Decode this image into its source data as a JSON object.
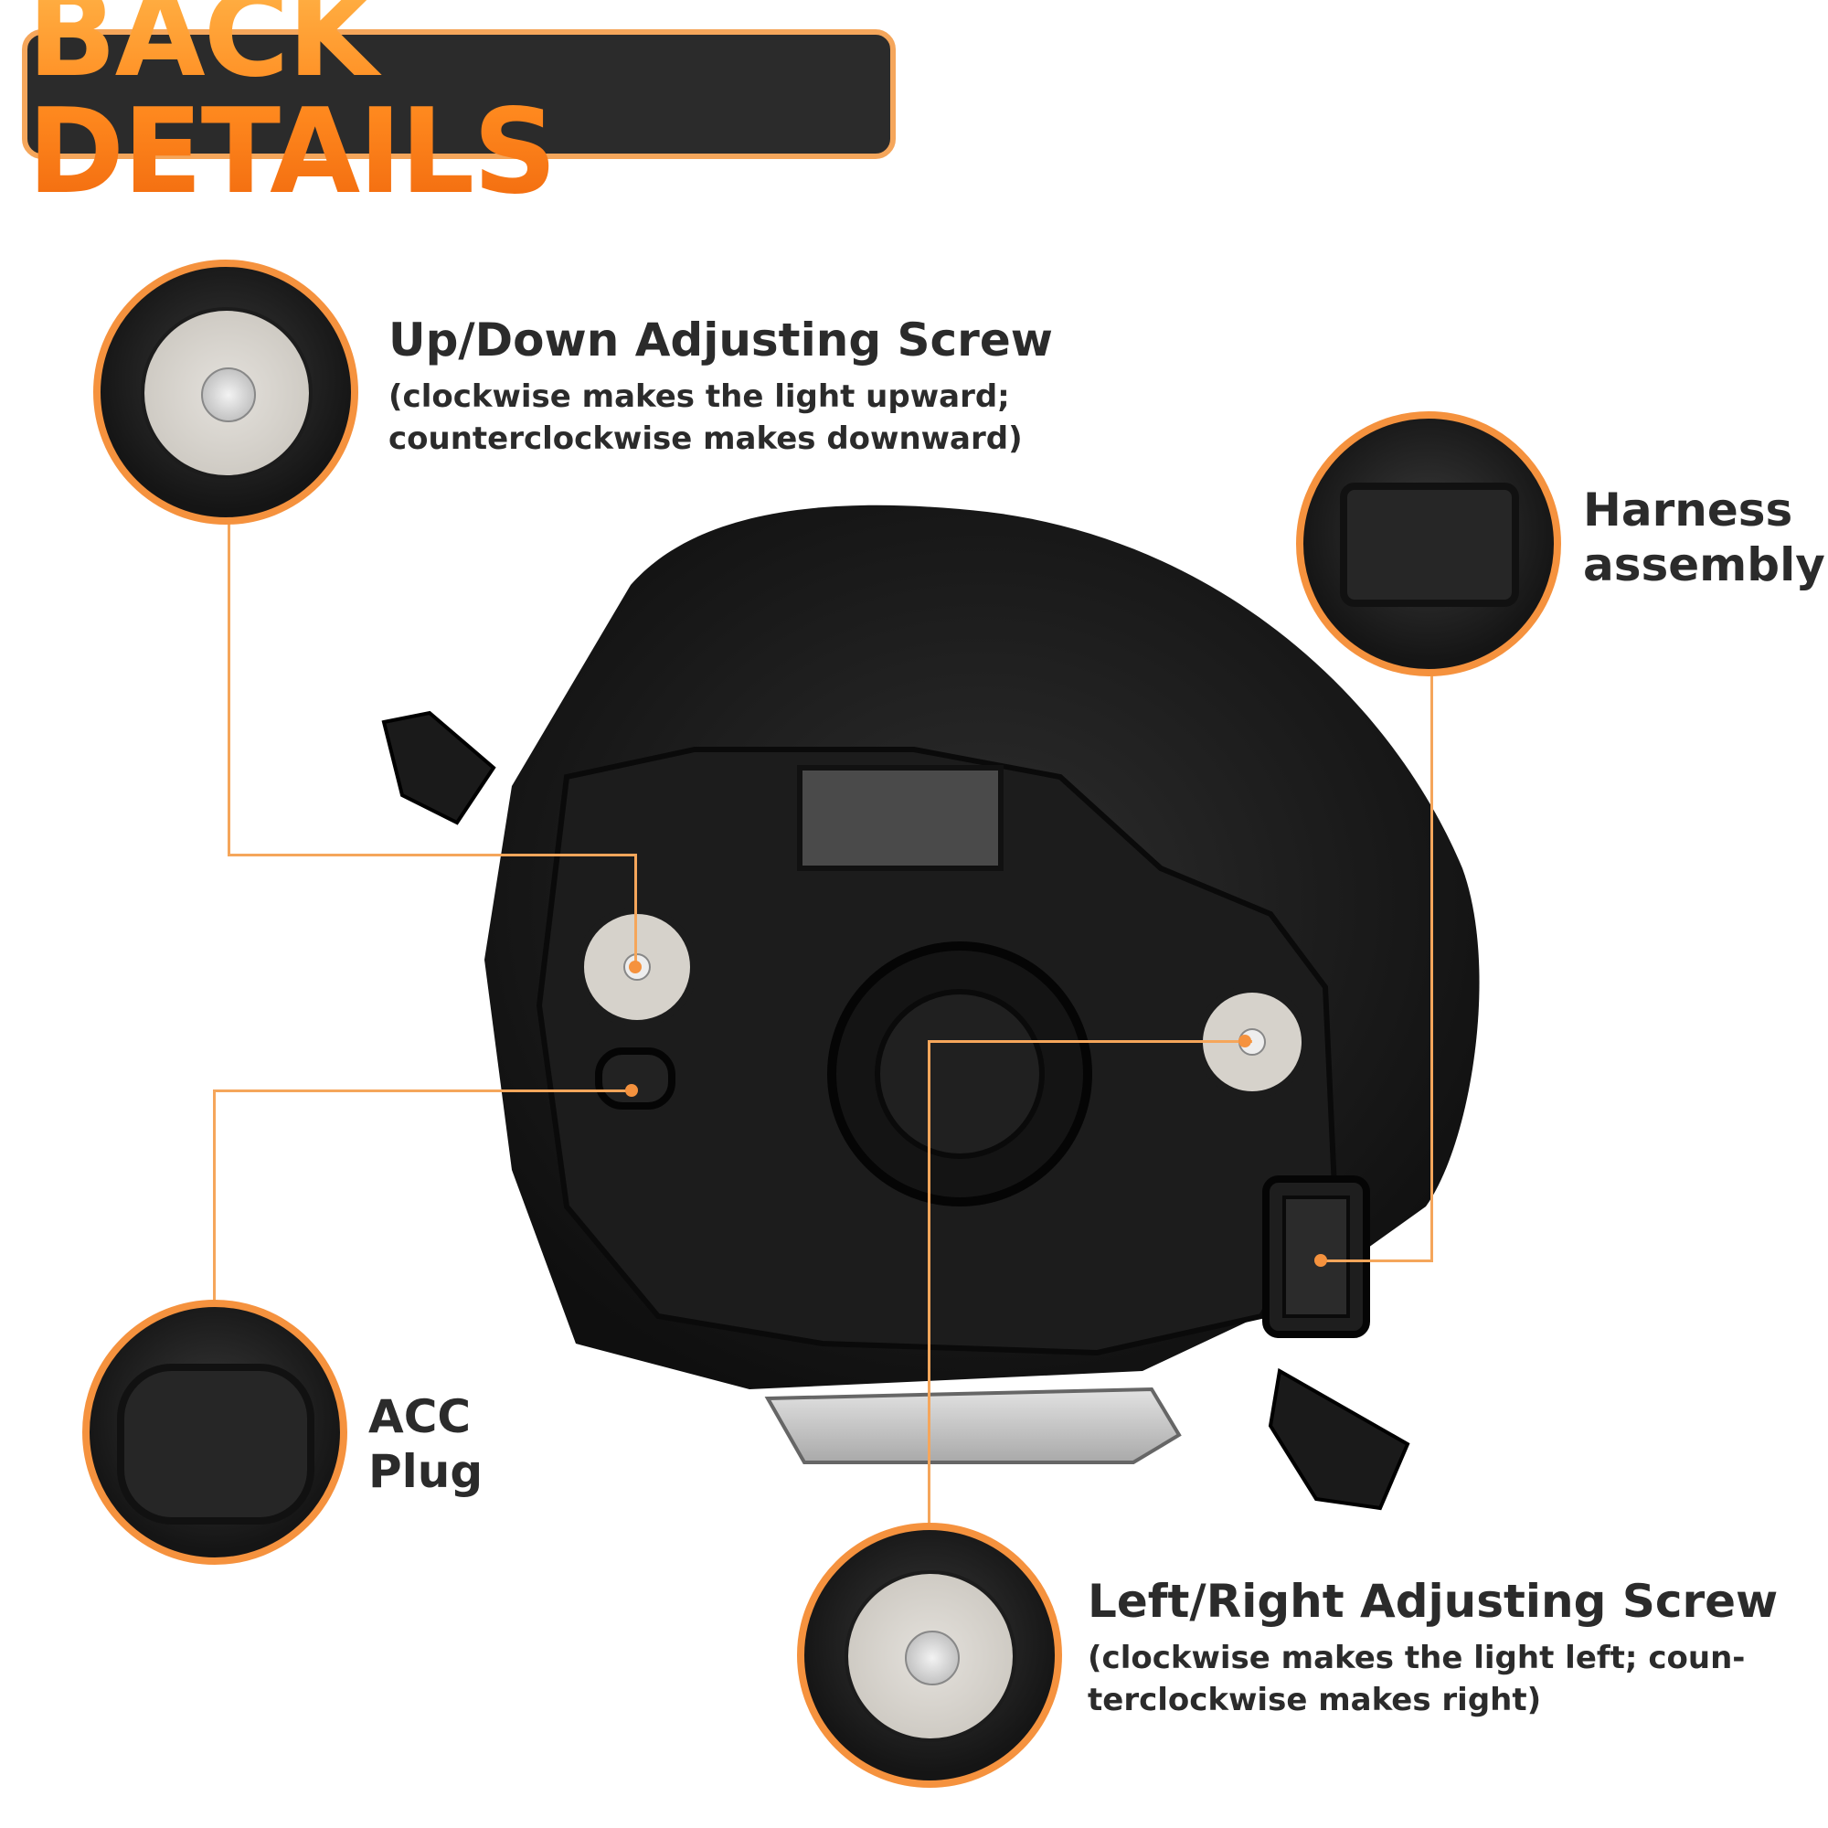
{
  "title": "BACK DETAILS",
  "callouts": {
    "updown": {
      "title": "Up/Down Adjusting Screw",
      "desc_line1": "(clockwise makes the light upward;",
      "desc_line2": "counterclockwise makes downward)"
    },
    "harness": {
      "title_line1": "Harness",
      "title_line2": "assembly"
    },
    "acc": {
      "title_line1": "ACC",
      "title_line2": "Plug"
    },
    "leftright": {
      "title": "Left/Right Adjusting Screw",
      "desc_line1": "(clockwise makes the light left; coun-",
      "desc_line2": "terclockwise makes right)"
    }
  },
  "colors": {
    "accent": "#f5923e",
    "title_bg": "#2b2b2b",
    "text": "#2b2b2b"
  }
}
